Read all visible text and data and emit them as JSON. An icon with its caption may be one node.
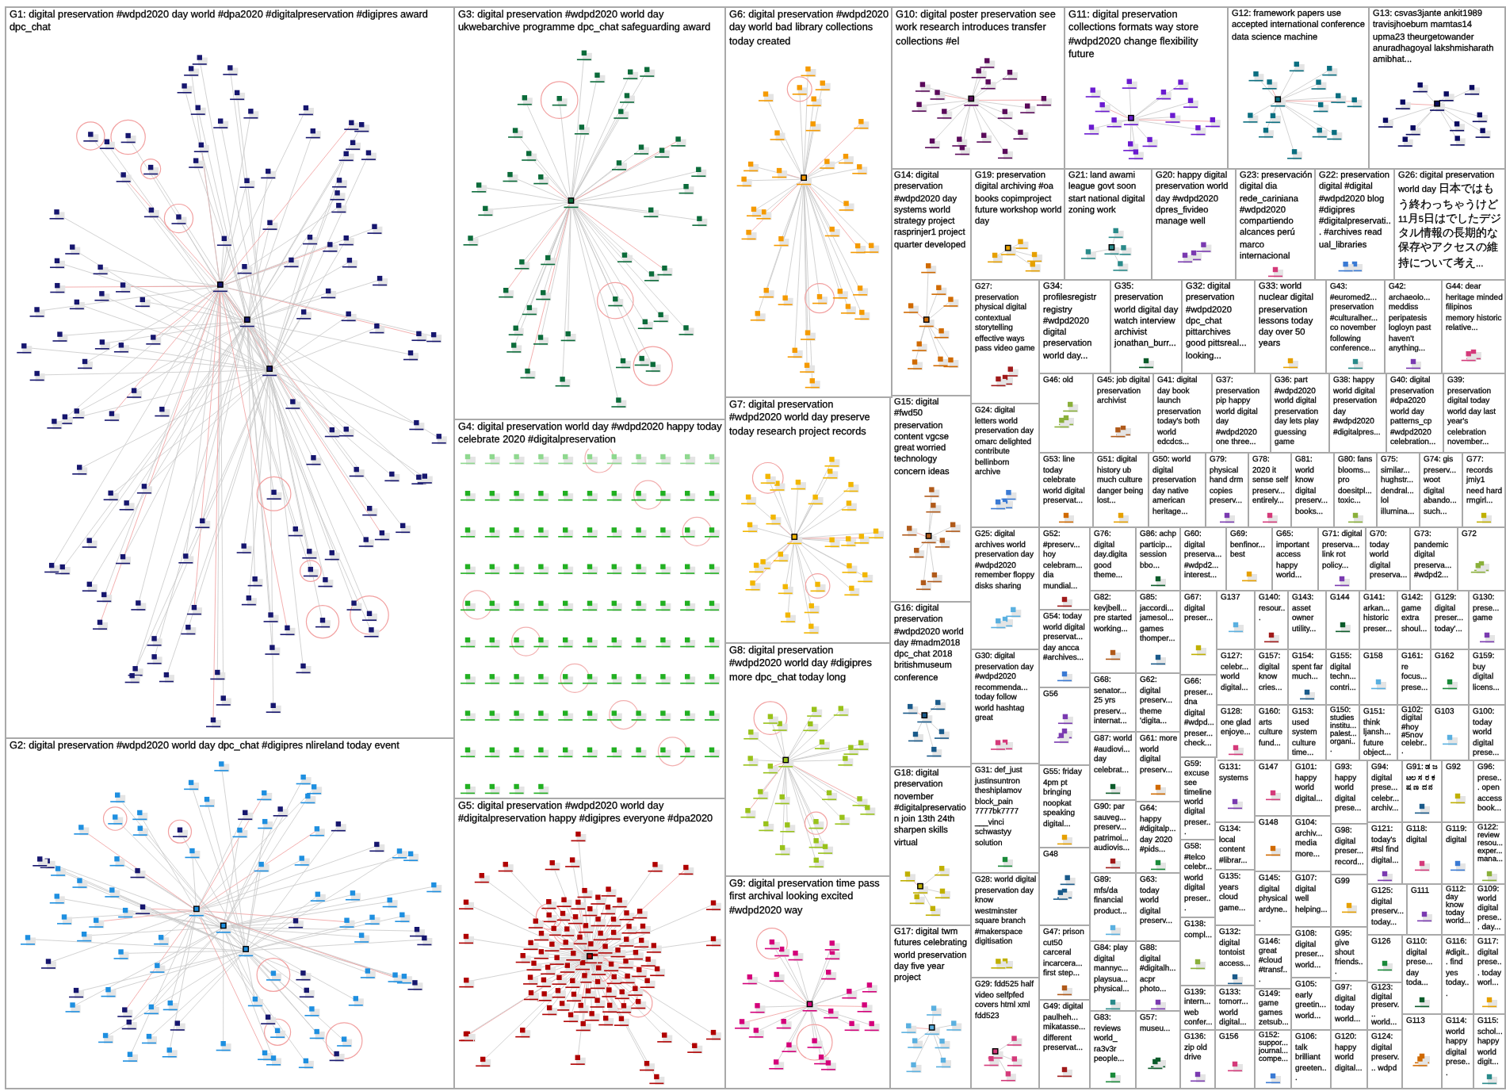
{
  "diagram": {
    "nodes": [
      {
        "text": [
          "G1: digital preservation #wdpd2020 day world #dpa2020 #digitalpreservation #digipres award dpc_chat"
        ]
      },
      {
        "text": [
          "G2: digital preservation #wdpd2020 world day dpc_chat #digipres nlireland today event"
        ]
      },
      {
        "text": [
          "G3: digital preservation #wdpd2020 world day ukwebarchive programme dpc_chat safeguarding award"
        ]
      },
      {
        "text": [
          "G4: digital preservation world day #wdpd2020 happy today celebrate 2020 #digitalpreservation"
        ]
      },
      {
        "text": [
          "G5: digital preservation #wdpd2020 world day #digitalpreservation happy #digipres everyone #dpa2020"
        ]
      },
      {
        "text": [
          "G6: digital preservation #wdpd2020 day world bad library collections today created"
        ]
      },
      {
        "text": [
          "G7: digital preservation #wdpd2020 world day preserve today research project records"
        ]
      },
      {
        "text": [
          "G8: digital preservation #wdpd2020 world day #digipres more dpc_chat today long"
        ]
      },
      {
        "text": [
          "G9: digital preservation time pass first archival looking excited #wdpd2020 way"
        ]
      },
      {
        "text": [
          "G10: digital poster preservation see work research introduces transfer collections #el"
        ]
      },
      {
        "text": [
          "G11: digital preservation collections formats way store #wdpd2020 change flexibility future"
        ]
      },
      {
        "text": [
          "G12: framework papers use accepted international conference data science machine"
        ]
      },
      {
        "text": [
          "G13: csvas3jante ankit1989 travisjhoebum mamtas14 upma23 theurgetowander anuradhagoyal lakshmisharath amibhat..."
        ]
      },
      {
        "text": [
          "G14: digital preservation #wdpd2020 day systems world strategy project rasprinjer1 project quarter developed"
        ]
      },
      {
        "text": [
          "G19: preservation digital archiving #oa books copimproject future workshop world day"
        ]
      },
      {
        "text": [
          "G21: land awami league govt soon start national digital zoning work"
        ]
      },
      {
        "text": [
          "G20: happy digital preservation world day #wdpd2020 dpres_fivideo manage well"
        ]
      },
      {
        "text": [
          "G23: preservación digital dia rede_cariniana #wdpd2020 compartiendo alcances perú marco internacional"
        ]
      },
      {
        "text": [
          "G22: preservation digital #digital #wdpd2020 blog #digipres #digitalpreservati... #archives read ual_libraries"
        ]
      },
      {
        "text": [
          "G26: digital preservation world day 日本ではもう終わっちゃうけど11月5日はでしたデジタル情報の長期的な保存やアクセスの維持について考え..."
        ]
      },
      {
        "text": [
          "G15: digital #fwd50 preservation content vgcse great worried technology concern ideas"
        ]
      },
      {
        "text": [
          "G16: digital preservation #wdpd2020 world day #madm2018 dpc_chat 2018 britishmuseum conference"
        ]
      },
      {
        "text": [
          "G18: digital preservation november #digitalpreservation join 13th 24th sharpen skills virtual"
        ]
      },
      {
        "text": [
          "G17: digital twm futures celebrating world preservation day five year project"
        ]
      },
      {
        "text": [
          "G27: preservation physical digital contextual storytelling effective ways pass video game"
        ]
      },
      {
        "text": [
          "G34: profilesregistr registry #wdpd2020 digital preservation world day..."
        ]
      },
      {
        "text": [
          "G35: preservation world digital day watch interview archivist jonathan_burr..."
        ]
      },
      {
        "text": [
          "G32: digital preservation #wdpd2020 dpc_chat pittarchives good pittsreal... looking..."
        ]
      },
      {
        "text": [
          "G33: world nuclear digital preservation lessons today day over 50 years"
        ]
      },
      {
        "text": [
          "G43: #euromed2... preservation #culturalher... co november following conference..."
        ]
      },
      {
        "text": [
          "G42: archaeolo... meddiss peripatesis logloyn past haven't anything..."
        ]
      },
      {
        "text": [
          "G44: dear heritage minded filipinos memory historic relative..."
        ]
      },
      {
        "text": [
          "G24: digital letters world preservation day omarc delighted contribute bellinborn archive"
        ]
      },
      {
        "text": [
          "G46: old"
        ]
      },
      {
        "text": [
          "G45: job digital preservation archivist"
        ]
      },
      {
        "text": [
          "G41: digital day book launch preservation today's both world edcdcs..."
        ]
      },
      {
        "text": [
          "G37: preservation pip happy world digital day #wdpd2020 one three..."
        ]
      },
      {
        "text": [
          "G36: part #wdpd2020 world digital preservation day lets play guessing game"
        ]
      },
      {
        "text": [
          "G38: happy world digital preservation day #wdpd2020 #digitalpres..."
        ]
      },
      {
        "text": [
          "G40: digital preservation #dpa2020 world day patterns_cp #wdpd2020 celebration..."
        ]
      },
      {
        "text": [
          "G39: preservation digital today world day last year's celebration november..."
        ]
      },
      {
        "text": [
          "G53: line today celebrate world digital preservat..."
        ]
      },
      {
        "text": [
          "G51: digital history ub much culture danger being lost..."
        ]
      },
      {
        "text": [
          "G50: world digital preservation day native american heritage..."
        ]
      },
      {
        "text": [
          "G79: physical hand drm copies preserv..."
        ]
      },
      {
        "text": [
          "G78: 2020 it sense self preserv... entirely..."
        ]
      },
      {
        "text": [
          "G81: world know digital preserv... books..."
        ]
      },
      {
        "text": [
          "G80: fans blooms... pro doesitpl... toxic..."
        ]
      },
      {
        "text": [
          "G75: similar... hughstr... dendral... lol illumina..."
        ]
      },
      {
        "text": [
          "G74: gis preserv... woot digital abando... such..."
        ]
      },
      {
        "text": [
          "G77: records jmiy1 need hard rmgirl..."
        ]
      },
      {
        "text": [
          "G25: digital archives world preservation day #wdpd2020 remember floppy disks sharing"
        ]
      },
      {
        "text": [
          "G52: #preserv... hoy celebram... dia mundial..."
        ]
      },
      {
        "text": [
          "G76: digital day.digita good theme..."
        ]
      },
      {
        "text": [
          "G86: achp particip... session bbo..."
        ]
      },
      {
        "text": [
          "G60: digital preserva... #wdpd2... interest..."
        ]
      },
      {
        "text": [
          "G69: benfinor... best"
        ]
      },
      {
        "text": [
          "G65: important access happy world..."
        ]
      },
      {
        "text": [
          "G71: digital preserva... link rot policy..."
        ]
      },
      {
        "text": [
          "G70: today world digital preserva..."
        ]
      },
      {
        "text": [
          "G73: pandemic digital preserva... #wdpd2..."
        ]
      },
      {
        "text": [
          "G72"
        ]
      },
      {
        "text": [
          "G82: kevjbell... pre started working..."
        ]
      },
      {
        "text": [
          "G85: jaccordi... jamesol... games thomper..."
        ]
      },
      {
        "text": [
          "G67: digital preser..."
        ]
      },
      {
        "text": [
          "G137"
        ]
      },
      {
        "text": [
          "G140: resour..."
        ]
      },
      {
        "text": [
          "G143: asset owner utility..."
        ]
      },
      {
        "text": [
          "G144"
        ]
      },
      {
        "text": [
          "G141: arkan... historic preser..."
        ]
      },
      {
        "text": [
          "G142: game extra shoul..."
        ]
      },
      {
        "text": [
          "G129: digital preser... today'..."
        ]
      },
      {
        "text": [
          "G130: prese... game"
        ]
      },
      {
        "text": [
          "G30: digital preservation day #wdpd2020 recommenda... today follow world hashtag great"
        ]
      },
      {
        "text": [
          "G54: today world digital preservat... day ancca #archives..."
        ]
      },
      {
        "text": [
          "G127: celebr... world digital..."
        ]
      },
      {
        "text": [
          "G157: digital know cries..."
        ]
      },
      {
        "text": [
          "G154: spent far much..."
        ]
      },
      {
        "text": [
          "G155: digital techn... contri..."
        ]
      },
      {
        "text": [
          "G158"
        ]
      },
      {
        "text": [
          "G161: re focus... prese..."
        ]
      },
      {
        "text": [
          "G162"
        ]
      },
      {
        "text": [
          "G159: buy digital licens..."
        ]
      },
      {
        "text": [
          "G68: senator... 25 yrs preserv... internat..."
        ]
      },
      {
        "text": [
          "G62: digital preserv... theme 'digita..."
        ]
      },
      {
        "text": [
          "G66: preser... dna digital #wdpd... preser... check..."
        ]
      },
      {
        "text": [
          "G56"
        ]
      },
      {
        "text": [
          "G128: one glad enjoye..."
        ]
      },
      {
        "text": [
          "G160: arts culture fund..."
        ]
      },
      {
        "text": [
          "G153: used system culture time..."
        ]
      },
      {
        "text": [
          "G150: studies institu... palest... organi..."
        ]
      },
      {
        "text": [
          "G151: think ljansh... future object..."
        ]
      },
      {
        "text": [
          "G102: digital #hoy #5nov celebr..."
        ]
      },
      {
        "text": [
          "G103"
        ]
      },
      {
        "text": [
          "G100: today world digital prese..."
        ]
      },
      {
        "text": [
          "G31: def_just justinsuntron theshiplamov block_pain 7777bk7777 ___vinci schwastyy solution"
        ]
      },
      {
        "text": [
          "G87: world #audiovi... day celebrat..."
        ]
      },
      {
        "text": [
          "G61: more world digital preserv..."
        ]
      },
      {
        "text": [
          "G55: friday 4pm pt bringing noopkat speaking digital..."
        ]
      },
      {
        "text": [
          "G59: excuse see timeline world digital preser..."
        ]
      },
      {
        "text": [
          "G131: systems"
        ]
      },
      {
        "text": [
          "G147"
        ]
      },
      {
        "text": [
          "G101: happy world digital..."
        ]
      },
      {
        "text": [
          "G93: happy world digital prese..."
        ]
      },
      {
        "text": [
          "G94: digital prese... celebr... archiv..."
        ]
      },
      {
        "text": [
          "G91: ಡ ಜ ಟಲ ಸ ರ ಕ ಷ ಣ ದ ನ"
        ]
      },
      {
        "text": [
          "G92"
        ]
      },
      {
        "text": [
          "G96: prese... open access book..."
        ]
      },
      {
        "text": [
          "G90: par sauveg... preserv... patrimoi... audiovis..."
        ]
      },
      {
        "text": [
          "G64: happy #digitalp... day 2020 #pids..."
        ]
      },
      {
        "text": [
          "G134: local content #librar..."
        ]
      },
      {
        "text": [
          "G148"
        ]
      },
      {
        "text": [
          "G104: archiv... media more..."
        ]
      },
      {
        "text": [
          "G98: digital preser... record..."
        ]
      },
      {
        "text": [
          "G121: today's #tsl find digital..."
        ]
      },
      {
        "text": [
          "G118: digital"
        ]
      },
      {
        "text": [
          "G119: digital"
        ]
      },
      {
        "text": [
          "G122: review resou... exper... mana..."
        ]
      },
      {
        "text": [
          "G58: #telco celebr... world digital preser..."
        ]
      },
      {
        "text": [
          "G48"
        ]
      },
      {
        "text": [
          "G28: world digital preservation day know westminster square branch #makerspace digitisation"
        ]
      },
      {
        "text": [
          "G89: mfs/da financial product..."
        ]
      },
      {
        "text": [
          "G63: today world digital preserv..."
        ]
      },
      {
        "text": [
          "G135: years cloud game..."
        ]
      },
      {
        "text": [
          "G145: digital physical ardyne..."
        ]
      },
      {
        "text": [
          "G107: digital well helping..."
        ]
      },
      {
        "text": [
          "G99"
        ]
      },
      {
        "text": [
          "G125: digital preserv... today..."
        ]
      },
      {
        "text": [
          "G111"
        ]
      },
      {
        "text": [
          "G112: day know today world..."
        ]
      },
      {
        "text": [
          "G109: world digital prese... day..."
        ]
      },
      {
        "text": [
          "G138: compl..."
        ]
      },
      {
        "text": [
          "G47: prison cut50 carceral incarcera... first step..."
        ]
      },
      {
        "text": [
          "G132: digital tontoist access..."
        ]
      },
      {
        "text": [
          "G108: digital preser... world..."
        ]
      },
      {
        "text": [
          "G95: give shout friends..."
        ]
      },
      {
        "text": [
          "G146: great #cloud #transf..."
        ]
      },
      {
        "text": [
          "G126"
        ]
      },
      {
        "text": [
          "G110: digital prese... day toda..."
        ]
      },
      {
        "text": [
          "G116: #digit... find yes today..."
        ]
      },
      {
        "text": [
          "G117: digital prese... today worl..."
        ]
      },
      {
        "text": [
          "G84: play digital mannyc... playsua... physical..."
        ]
      },
      {
        "text": [
          "G88: digital #digitalh... acpr photo..."
        ]
      },
      {
        "text": [
          "G29: fdd525 half video selfpfed covers html xml fdd523"
        ]
      },
      {
        "text": [
          "G105: early greetin... world..."
        ]
      },
      {
        "text": [
          "G97: digital today world..."
        ]
      },
      {
        "text": [
          "G123: digital preserv... world..."
        ]
      },
      {
        "text": [
          "G139: intern... web confer..."
        ]
      },
      {
        "text": [
          "G133: tomorr... world digital..."
        ]
      },
      {
        "text": [
          "G149: game games zetsub..."
        ]
      },
      {
        "text": [
          "G49: digital paulheh... mikatasse... different preservat..."
        ]
      },
      {
        "text": [
          "G83: reviews world_ ra3v3r people..."
        ]
      },
      {
        "text": [
          "G57: museu..."
        ]
      },
      {
        "text": [
          "G113"
        ]
      },
      {
        "text": [
          "G114: world happy digital prese..."
        ]
      },
      {
        "text": [
          "G115: schol... happy world digit..."
        ]
      },
      {
        "text": [
          "G136: zip old drive"
        ]
      },
      {
        "text": [
          "G156"
        ]
      },
      {
        "text": [
          "G152: suppor... journal... compe..."
        ]
      },
      {
        "text": [
          "G106: talk brilliant greeten..."
        ]
      },
      {
        "text": [
          "G120: happy world digital..."
        ]
      },
      {
        "text": [
          "G124: digital preserv... wdpd"
        ]
      }
    ]
  }
}
